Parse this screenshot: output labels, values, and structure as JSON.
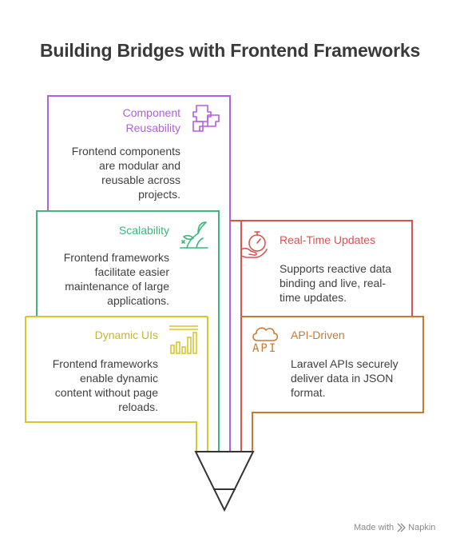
{
  "title": "Building Bridges with Frontend Frameworks",
  "cards": {
    "component": {
      "title_line1": "Component",
      "title_line2": "Reusability",
      "text_lines": [
        "Frontend components",
        "are modular and",
        "reusable across",
        "projects."
      ],
      "color": "#b05ee3",
      "icon": "puzzle-icon"
    },
    "scalability": {
      "title": "Scalability",
      "text_lines": [
        "Frontend frameworks",
        "facilitate easier",
        "maintenance of large",
        "applications."
      ],
      "color": "#3db57e",
      "icon": "growing-plant-icon"
    },
    "dynamic": {
      "title": "Dynamic UIs",
      "text_lines": [
        "Frontend frameworks",
        "enable dynamic",
        "content without page",
        "reloads."
      ],
      "color": "#d8c62a",
      "icon": "bar-chart-icon"
    },
    "realtime": {
      "title": "Real-Time Updates",
      "text_lines": [
        "Supports reactive data",
        "binding and live, real-",
        "time updates."
      ],
      "color": "#d9534f",
      "icon": "stopwatch-hand-icon"
    },
    "api": {
      "title": "API-Driven",
      "text_lines": [
        "Laravel APIs securely",
        "deliver data in JSON",
        "format."
      ],
      "color": "#c97a2e",
      "icon": "cloud-api-icon",
      "icon_label": "API"
    }
  },
  "footer": {
    "made_with": "Made with",
    "brand": "Napkin"
  }
}
